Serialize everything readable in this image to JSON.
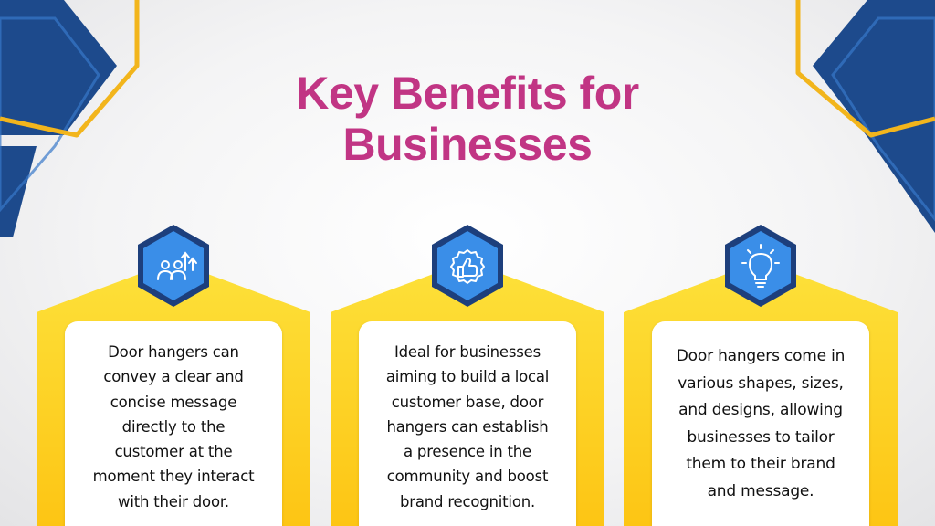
{
  "title": {
    "line1": "Key Benefits for",
    "line2": "Businesses"
  },
  "colors": {
    "title": "#c13584",
    "card_yellow": "#fdd42a",
    "badge_blue": "#3a8ee8",
    "badge_ring": "#1d3f7c",
    "deco_blue": "#1d4a8c",
    "deco_gold": "#f2b51c"
  },
  "cards": [
    {
      "icon": "team-growth-icon",
      "lines": [
        "Door hangers can",
        "convey a clear and",
        "concise message",
        "directly to the",
        "customer at the",
        "moment they interact",
        "with their door."
      ]
    },
    {
      "icon": "thumbs-up-badge-icon",
      "lines": [
        "Ideal for businesses",
        "aiming to build a local",
        "customer base, door",
        "hangers can establish",
        "a presence in the",
        "community and boost",
        "brand recognition."
      ]
    },
    {
      "icon": "lightbulb-icon",
      "lines": [
        "Door hangers come in",
        "various shapes, sizes,",
        "and designs, allowing",
        "businesses to tailor",
        "them to their brand",
        "and message."
      ]
    }
  ]
}
